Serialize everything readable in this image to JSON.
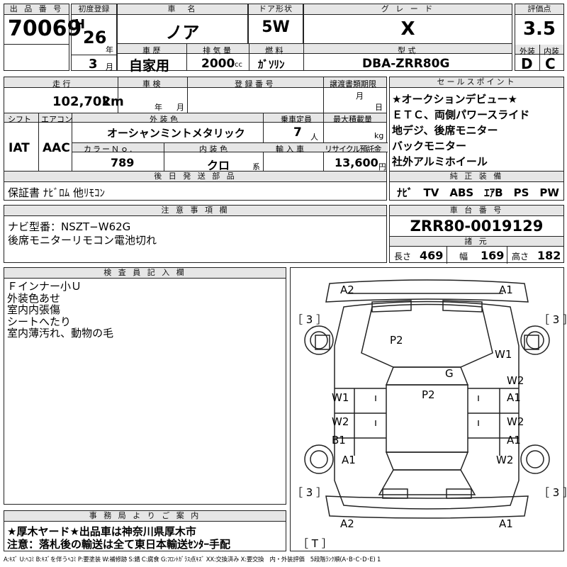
{
  "header": {
    "lot_label": "出 品 番 号",
    "lot_number": "70069",
    "first_reg_label": "初度登録",
    "era": "H",
    "year": "26",
    "year_unit": "年",
    "month": "3",
    "month_unit": "月",
    "name_label": "車　名",
    "car_name": "ノア",
    "door_label": "ドア形状",
    "door": "5W",
    "grade_label": "グ レ ー ド",
    "grade": "X",
    "score_label": "評価点",
    "score": "3.5",
    "history_label": "車 歴",
    "history": "自家用",
    "displacement_label": "排 気 量",
    "displacement": "2000",
    "displacement_unit": "cc",
    "fuel_label": "燃 料",
    "fuel": "ｶﾞｿﾘﾝ",
    "model_label": "型 式",
    "model": "DBA-ZRR80G",
    "exterior_label": "外装",
    "exterior": "D",
    "interior_label": "内装",
    "interior": "C"
  },
  "specs": {
    "mileage_label": "走 行",
    "mileage": "102,702",
    "mileage_unit": "km",
    "inspection_label": "車 検",
    "insp_year_unit": "年",
    "insp_month_unit": "月",
    "plate_label": "登 録 番 号",
    "transfer_label": "譲渡書類期限",
    "transfer_month_unit": "月",
    "transfer_day_unit": "日",
    "shift_label": "シフト",
    "shift": "IAT",
    "ac_label": "エアコン",
    "ac": "AAC",
    "color_label": "外 装 色",
    "color": "オーシャンミントメタリック",
    "capacity_label": "乗車定員",
    "capacity": "7",
    "capacity_unit": "人",
    "load_label": "最大積載量",
    "load_unit": "kg",
    "color_no_label": "カラーＮｏ.",
    "color_no": "789",
    "interior_color_label": "内 装 色",
    "interior_color": "クロ",
    "interior_color_suffix": "系",
    "import_label": "輸 入 車",
    "recycle_label": "リサイクル預託金",
    "recycle": "13,600",
    "recycle_unit": "円"
  },
  "parts": {
    "label": "後 日 発 送 部 品",
    "value": "保証書 ﾅﾋﾞﾛﾑ 他ﾘﾓｺﾝ"
  },
  "sales_points": {
    "label": "セールスポイント",
    "items": [
      "★オークションデビュー★",
      "ＥＴＣ、両側パワースライド",
      "地デジ、後席モニター",
      "バックモニター",
      "社外アルミホイール"
    ]
  },
  "equipment": {
    "label": "純 正 装 備",
    "value": "ﾅﾋﾞ　TV　ABS　ｴｱB　PS　PW"
  },
  "caution": {
    "label": "注 意 事 項 欄",
    "lines": [
      "ナビ型番：NSZT−W62G",
      "後席モニターリモコン電池切れ"
    ]
  },
  "chassis": {
    "label": "車 台 番 号",
    "value": "ZRR80-0019129",
    "dims_label": "諸 元",
    "length_label": "長さ",
    "length": "469",
    "width_label": "幅",
    "width": "169",
    "height_label": "高さ",
    "height": "182"
  },
  "inspector": {
    "label": "検 査 員 記 入 欄",
    "lines": [
      "Ｆインナー小Ｕ",
      "外装色あせ",
      "室内内張傷",
      "シートへたり",
      "室内薄汚れ、動物の毛"
    ]
  },
  "office": {
    "label": "事 務 局 よ り ご 案 内",
    "lines": [
      "★厚木ヤード★出品車は神奈川県厚木市",
      "注意：落札後の輸送は全て東日本輸送ｾﾝﾀｰ手配"
    ]
  },
  "diagram": {
    "marks": {
      "front_left": "A2",
      "front_right": "A1",
      "br_fl": "［ 3 ］",
      "br_fr": "［ 3 ］",
      "hood": "P2",
      "fender_r": "W1",
      "glass": "G",
      "roof": "P2",
      "door_l1": "W1",
      "door_r1_a": "W2",
      "door_r1_b": "A1",
      "door_l2_a": "W2",
      "door_l2_b": "B1",
      "door_r2_a": "W2",
      "door_r2_b": "A1",
      "rear_qtr_l": "A1",
      "rear_qtr_r": "W2",
      "br_rl": "［ 3 ］",
      "br_rr": "［ 3 ］",
      "rear_left": "A2",
      "rear_right": "A1",
      "trunk": "［ T ］"
    }
  },
  "legend": "A:ｷｽﾞ U:ﾍｺﾐ B:ｷｽﾞを伴うﾍｺﾐ P:要塗装 W:補修跡 S:錆 C:腐食 G:ﾌﾛﾝﾄｶﾞﾗｽ点ｷｽﾞ XX:交換済み X:要交換　内・外装評価　5段階ﾗﾝｸ順(A･B･C･D･E) 1"
}
